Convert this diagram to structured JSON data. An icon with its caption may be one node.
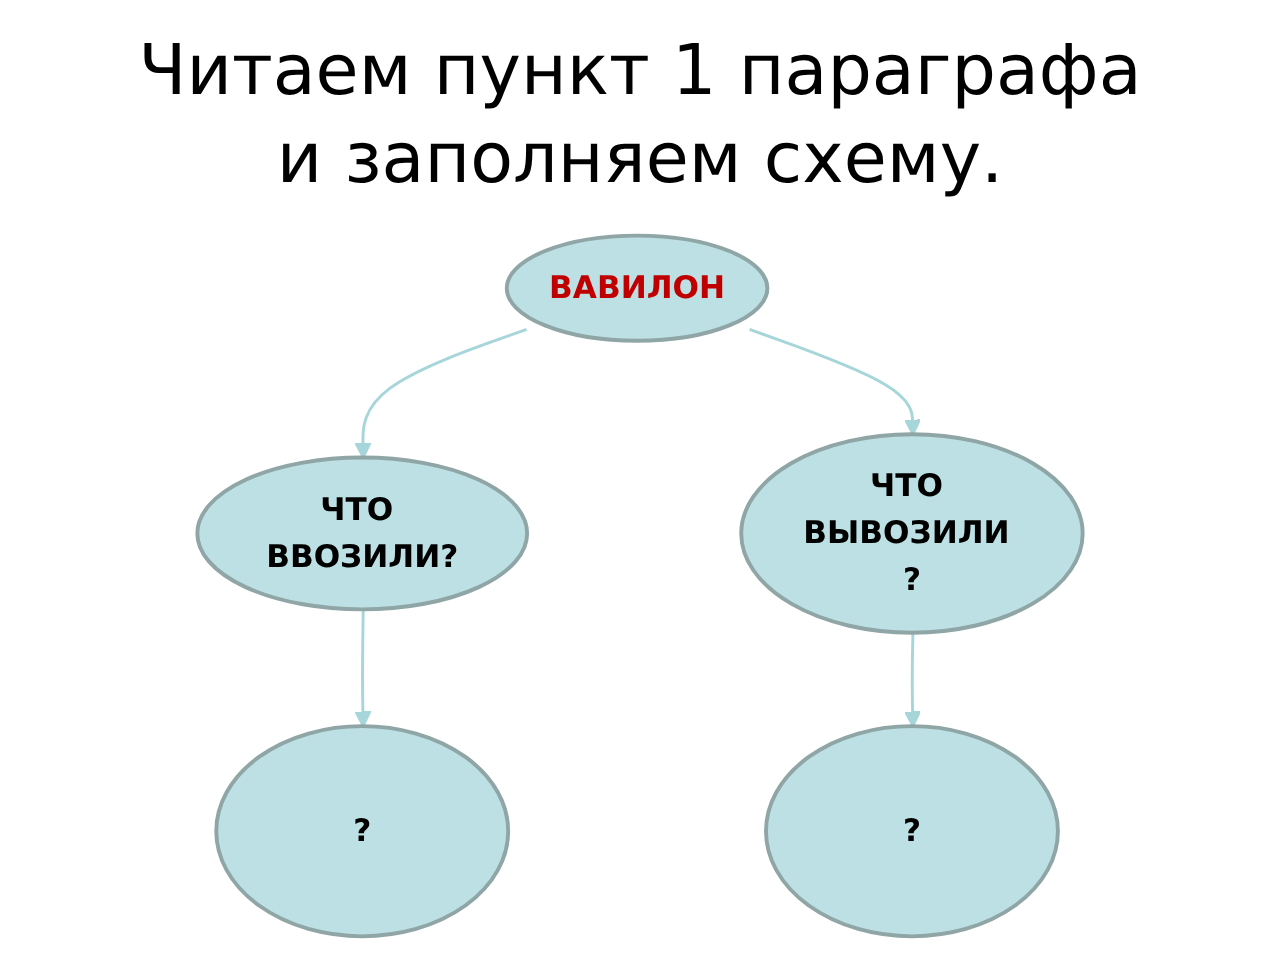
{
  "diagram": {
    "title": "Читаем пункт 1 параграфа и заполняем схему.",
    "nodes": [
      {
        "text": [
          "ВАВИЛОН"
        ]
      },
      {
        "text": [
          "ЧТО ВВОЗИЛИ?"
        ]
      },
      {
        "text": [
          "ЧТО ВЫВОЗИЛИ ?"
        ]
      },
      {
        "text": [
          "?"
        ]
      },
      {
        "text": [
          "?"
        ]
      }
    ],
    "edges": [
      {
        "from": 0,
        "to": 1,
        "arrow": "to"
      },
      {
        "from": 0,
        "to": 2,
        "arrow": "to"
      },
      {
        "from": 1,
        "to": 3,
        "arrow": "to"
      },
      {
        "from": 2,
        "to": 4,
        "arrow": "to"
      }
    ]
  }
}
